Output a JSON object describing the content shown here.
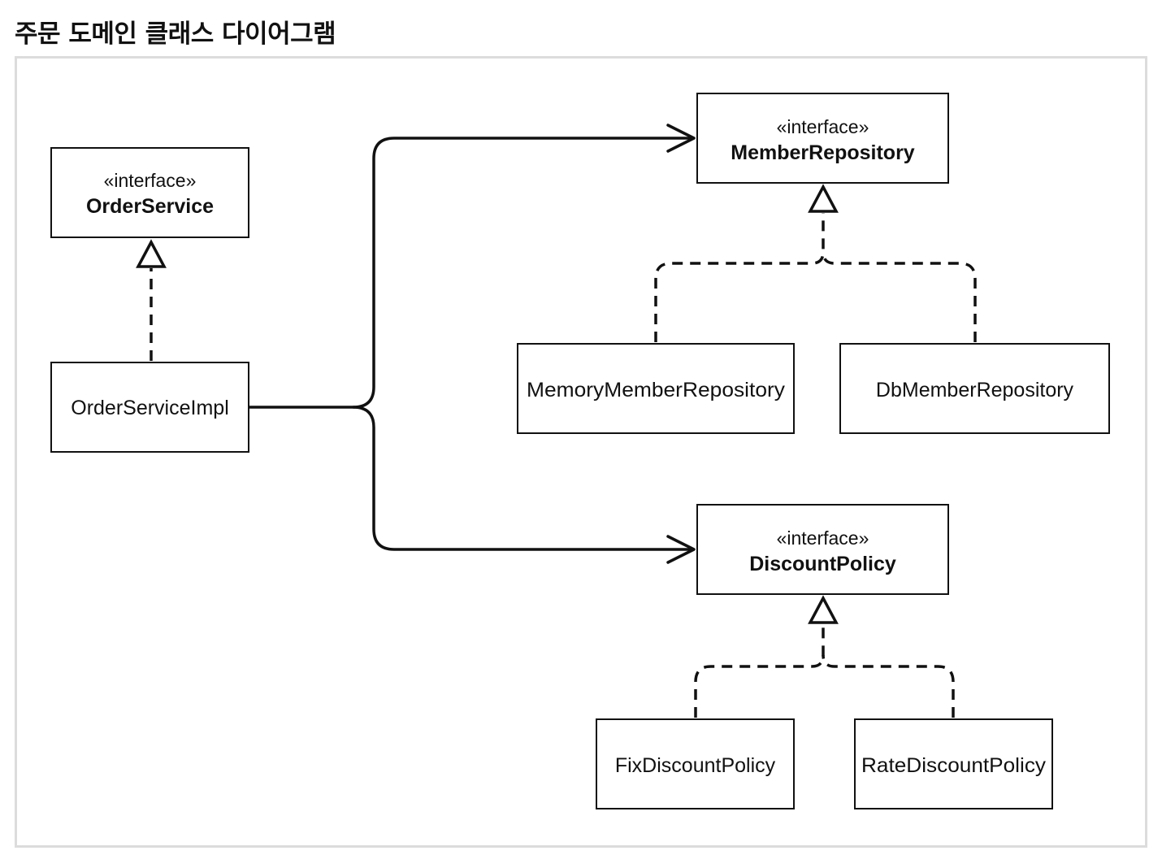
{
  "page": {
    "title": "주문 도메인 클래스 다이어그램"
  },
  "diagram": {
    "nodes": {
      "order_service": {
        "stereotype": "«interface»",
        "name": "OrderService"
      },
      "order_service_impl": {
        "name": "OrderServiceImpl"
      },
      "member_repository": {
        "stereotype": "«interface»",
        "name": "MemberRepository"
      },
      "memory_member_repository": {
        "name": "MemoryMemberRepository"
      },
      "db_member_repository": {
        "name": "DbMemberRepository"
      },
      "discount_policy": {
        "stereotype": "«interface»",
        "name": "DiscountPolicy"
      },
      "fix_discount_policy": {
        "name": "FixDiscountPolicy"
      },
      "rate_discount_policy": {
        "name": "RateDiscountPolicy"
      }
    },
    "edges": [
      {
        "from": "order_service_impl",
        "to": "order_service",
        "type": "realization"
      },
      {
        "from": "order_service_impl",
        "to": "member_repository",
        "type": "association"
      },
      {
        "from": "order_service_impl",
        "to": "discount_policy",
        "type": "association"
      },
      {
        "from": "memory_member_repository",
        "to": "member_repository",
        "type": "realization"
      },
      {
        "from": "db_member_repository",
        "to": "member_repository",
        "type": "realization"
      },
      {
        "from": "fix_discount_policy",
        "to": "discount_policy",
        "type": "realization"
      },
      {
        "from": "rate_discount_policy",
        "to": "discount_policy",
        "type": "realization"
      }
    ],
    "colors": {
      "stroke": "#111111",
      "frame": "#dcdcdc",
      "background": "#ffffff"
    }
  }
}
